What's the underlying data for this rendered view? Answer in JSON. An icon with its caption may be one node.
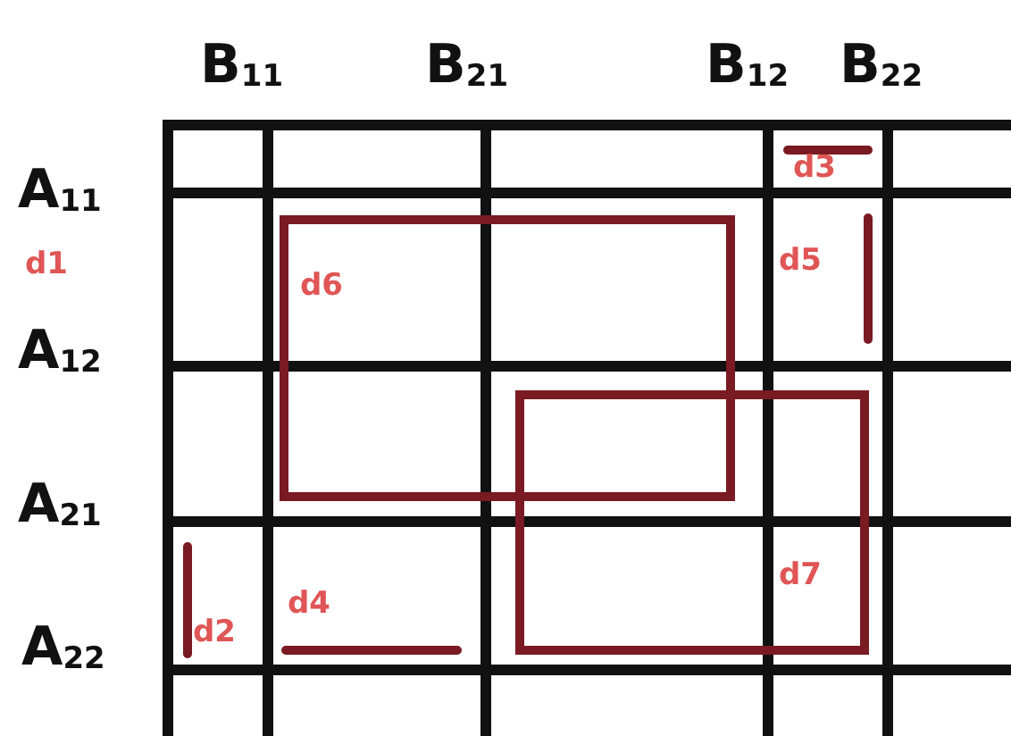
{
  "diagram": {
    "labels": [
      "B$_{11}$",
      "B$_{21}$",
      "B$_{12}$",
      "B$_{22}$",
      "d3",
      "A$_{11}$",
      "d1",
      "d6",
      "d5",
      "A$_{12}$",
      "A$_{21}$",
      "d7",
      "d4",
      "d2",
      "A$_{22}$"
    ]
  }
}
